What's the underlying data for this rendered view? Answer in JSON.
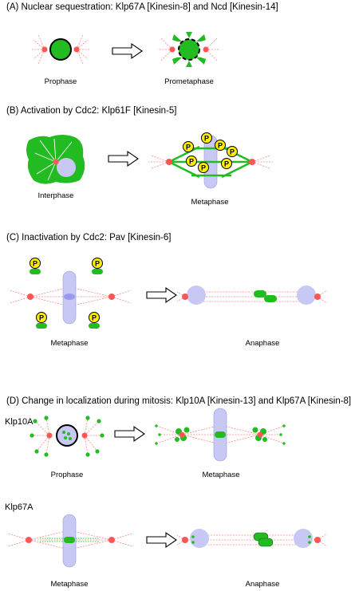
{
  "panels": {
    "a": {
      "title": "(A) Nuclear sequestration: Klp67A [Kinesin-8] and Ncd [Kinesin-14]",
      "captions": [
        "Prophase",
        "Prometaphase"
      ]
    },
    "b": {
      "title": "(B) Activation by Cdc2: Klp61F [Kinesin-5]",
      "captions": [
        "Interphase",
        "Metaphase"
      ]
    },
    "c": {
      "title": "(C) Inactivation by Cdc2: Pav [Kinesin-6]",
      "captions": [
        "Metaphase",
        "Anaphase"
      ]
    },
    "d": {
      "title": "(D) Change in localization during mitosis: Klp10A [Kinesin-13] and Klp67A [Kinesin-8]",
      "rows": [
        {
          "label": "Klp10A",
          "captions": [
            "Prophase",
            "Metaphase"
          ]
        },
        {
          "label": "Klp67A",
          "captions": [
            "Metaphase",
            "Anaphase"
          ]
        }
      ]
    }
  },
  "phospho_label": "P",
  "colors": {
    "kinesin": "#22bb22",
    "centrosome": "#ff5555",
    "microtubule": "#ff8888",
    "chromosome": "#c8c8f4",
    "phospho": "#ffee00"
  }
}
